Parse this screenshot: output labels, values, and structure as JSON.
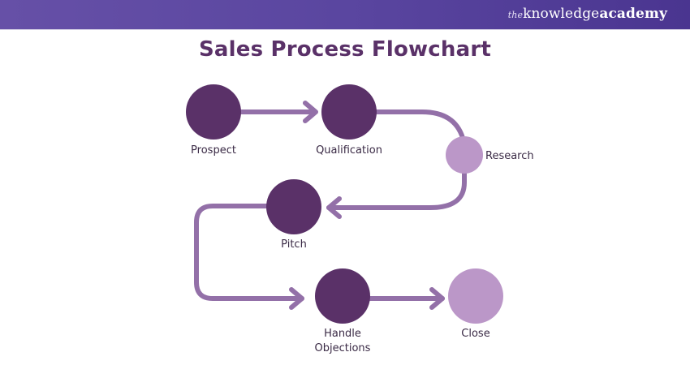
{
  "header": {
    "brand_prefix": "the",
    "brand_main": "knowledge",
    "brand_suffix": "academy"
  },
  "title": "Sales Process Flowchart",
  "colors": {
    "header_gradient_start": "#6650a7",
    "header_gradient_end": "#4a3590",
    "title": "#5a3168",
    "node_dark": "#5a3168",
    "node_light": "#bb97c8",
    "connector": "#9370a8",
    "label": "#3a2a45"
  },
  "nodes": [
    {
      "id": "prospect",
      "label": "Prospect",
      "style": "dark"
    },
    {
      "id": "qualification",
      "label": "Qualification",
      "style": "dark"
    },
    {
      "id": "research",
      "label": "Research",
      "style": "light"
    },
    {
      "id": "pitch",
      "label": "Pitch",
      "style": "dark"
    },
    {
      "id": "handle-objections",
      "label_line1": "Handle",
      "label_line2": "Objections",
      "style": "dark"
    },
    {
      "id": "close",
      "label": "Close",
      "style": "light"
    }
  ],
  "edges": [
    {
      "from": "prospect",
      "to": "qualification",
      "arrow": true
    },
    {
      "from": "qualification",
      "to": "research",
      "arrow": false
    },
    {
      "from": "research",
      "to": "pitch",
      "arrow": true
    },
    {
      "from": "pitch",
      "to": "handle-objections",
      "arrow": true
    },
    {
      "from": "handle-objections",
      "to": "close",
      "arrow": true
    }
  ]
}
